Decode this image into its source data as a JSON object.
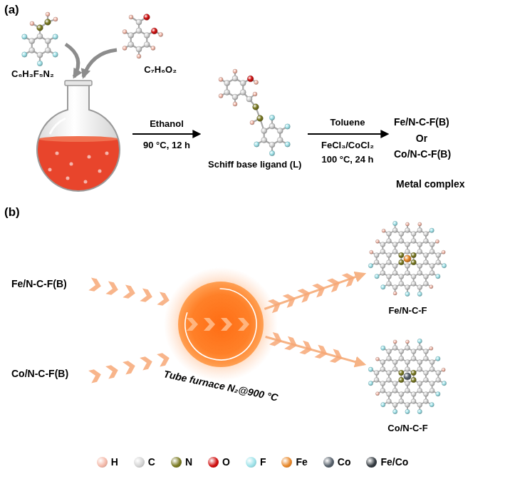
{
  "diagram": {
    "nodes": [
      {
        "text": [
          "C₆H₃F₅N₂"
        ]
      },
      {
        "text": [
          "C₇H₆O₂"
        ]
      },
      {
        "text": [
          "Schiff base ligand (L)"
        ]
      },
      {
        "text": [
          "Tube furnace N₂@900 °C"
        ]
      },
      {
        "text": [
          "Fe/N-C-F"
        ]
      },
      {
        "text": [
          "Co/N-C-F"
        ]
      }
    ],
    "edges": [
      {
        "from": 3,
        "to": 4,
        "arrow": "to"
      },
      {
        "from": 3,
        "to": 5,
        "arrow": "to"
      }
    ],
    "labels": [
      "(a)",
      "Ethanol",
      "90 °C, 12 h",
      "Toluene",
      "FeCl₃/CoCl₂",
      "100 °C, 24 h",
      "Fe/N-C-F(B)",
      "Or",
      "Co/N-C-F(B)",
      "Metal complex",
      "(b)",
      "Fe/N-C-F(B)",
      "Co/N-C-F(B)"
    ],
    "legend": [
      {
        "text": "H",
        "color": "#f4b9a9"
      },
      {
        "text": "C",
        "color": "#d4d4d4"
      },
      {
        "text": "N",
        "color": "#7a7a22"
      },
      {
        "text": "O",
        "color": "#d01010"
      },
      {
        "text": "F",
        "color": "#9fe3ea"
      },
      {
        "text": "Fe",
        "color": "#e8892c"
      },
      {
        "text": "Co",
        "color": "#56606b"
      },
      {
        "text": "Fe/Co",
        "color": "#333a40"
      }
    ]
  }
}
